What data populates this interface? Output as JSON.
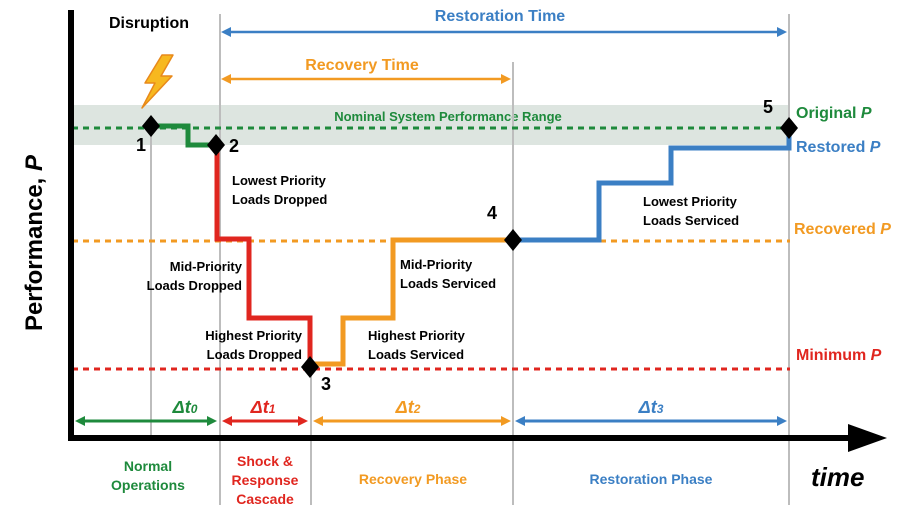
{
  "axes": {
    "y_label": "Performance, ",
    "y_symbol": "P",
    "x_label": "time"
  },
  "band_label": "Nominal System Performance Range",
  "event_labels": {
    "disruption": "Disruption"
  },
  "intervals": {
    "restoration_time": "Restoration Time",
    "recovery_time": "Recovery Time"
  },
  "levels": {
    "original": {
      "prefix": "Original ",
      "symbol": "P",
      "color": "#1e8a3c"
    },
    "restored": {
      "prefix": "Restored ",
      "symbol": "P",
      "color": "#3b7fc4"
    },
    "recovered": {
      "prefix": "Recovered ",
      "symbol": "P",
      "color": "#f29a22"
    },
    "minimum": {
      "prefix": "Minimum ",
      "symbol": "P",
      "color": "#e0261f"
    }
  },
  "points": [
    "1",
    "2",
    "3",
    "4",
    "5"
  ],
  "annotations": {
    "lowest_dropped": [
      "Lowest Priority",
      "Loads Dropped"
    ],
    "mid_dropped": [
      "Mid-Priority",
      "Loads Dropped"
    ],
    "highest_dropped": [
      "Highest Priority",
      "Loads Dropped"
    ],
    "highest_serviced": [
      "Highest Priority",
      "Loads Serviced"
    ],
    "mid_serviced": [
      "Mid-Priority",
      "Loads Serviced"
    ],
    "lowest_serviced": [
      "Lowest Priority",
      "Loads Serviced"
    ]
  },
  "deltas": {
    "t0": "0",
    "t1": "1",
    "t2": "2",
    "t3": "3",
    "symbol": "Δt"
  },
  "phases": {
    "normal": [
      "Normal",
      "Operations"
    ],
    "shock": [
      "Shock &",
      "Response",
      "Cascade"
    ],
    "recovery": "Recovery Phase",
    "restoration": "Restoration Phase"
  },
  "colors": {
    "green": "#1e8a3c",
    "red": "#e0261f",
    "orange": "#f29a22",
    "blue": "#3b7fc4",
    "band": "#dde5e0",
    "guide": "#bdbdbd",
    "flash": "#f7b81f"
  }
}
